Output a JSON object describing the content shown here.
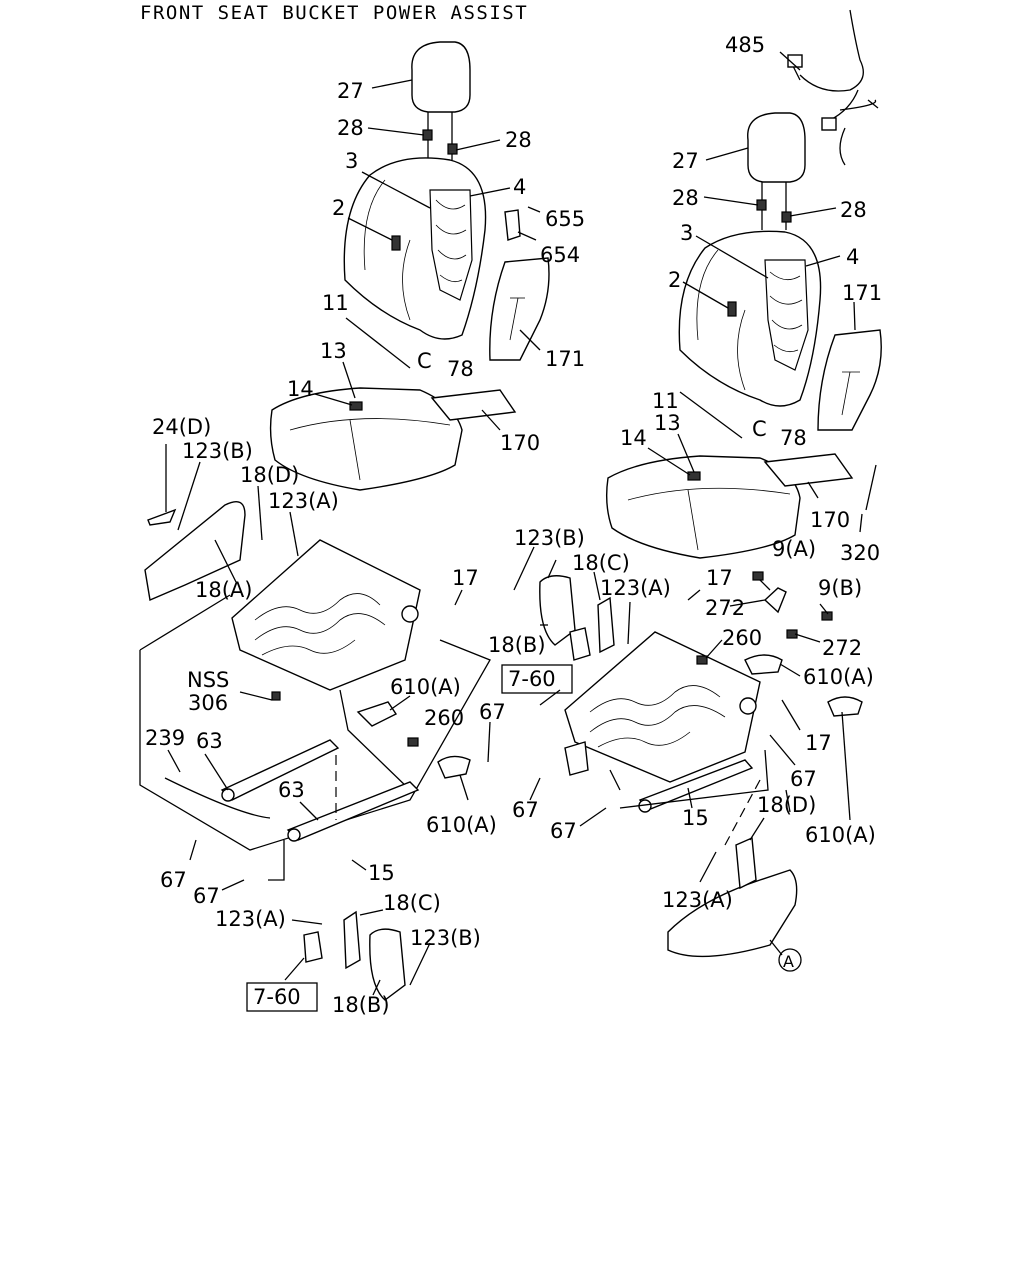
{
  "title": "FRONT SEAT BUCKET POWER ASSIST",
  "callouts": {
    "l27": "27",
    "l28a": "28",
    "l28b": "28",
    "l3": "3",
    "l4": "4",
    "l2": "2",
    "l655": "655",
    "l654": "654",
    "l11": "11",
    "l78": "78",
    "l171": "171",
    "l13": "13",
    "l14": "14",
    "l170": "170",
    "l24d": "24(D)",
    "l123b": "123(B)",
    "l18d": "18(D)",
    "l123a": "123(A)",
    "l18a": "18(A)",
    "l17": "17",
    "lnss": "NSS",
    "l306": "306",
    "l610a": "610(A)",
    "l260": "260",
    "l67a": "67",
    "l239": "239",
    "l63a": "63",
    "l63b": "63",
    "l610b": "610(A)",
    "l67b": "67",
    "l67c": "67",
    "l15": "15",
    "l123a2": "123(A)",
    "l18c": "18(C)",
    "l123b2": "123(B)",
    "l760": "7-60",
    "l18b": "18(B)",
    "r485": "485",
    "r27": "27",
    "r28a": "28",
    "r28b": "28",
    "r3": "3",
    "r4": "4",
    "r2": "2",
    "r171": "171",
    "r11": "11",
    "r78": "78",
    "r13": "13",
    "r14": "14",
    "r170": "170",
    "r320": "320",
    "r123b": "123(B)",
    "r18c": "18(C)",
    "r123a": "123(A)",
    "r17": "17",
    "r9a": "9(A)",
    "r9b": "9(B)",
    "r272a": "272",
    "r272b": "272",
    "r260": "260",
    "r18b": "18(B)",
    "r760": "7-60",
    "r610a": "610(A)",
    "r17b": "17",
    "r67a": "67",
    "r67b": "67",
    "r67c": "67",
    "r15": "15",
    "r18d": "18(D)",
    "r610b": "610(A)",
    "r123a2": "123(A)",
    "rA": "A"
  }
}
